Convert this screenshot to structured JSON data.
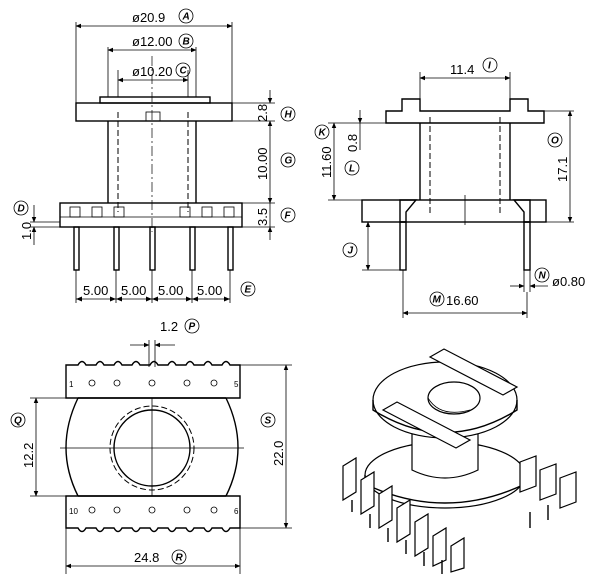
{
  "front_view": {
    "dim_outer_diameter": "ø20.9",
    "tag_outer_diameter": "A",
    "dim_core_outer": "ø12.00",
    "tag_core_outer": "B",
    "dim_core_inner": "ø10.20",
    "tag_core_inner": "C",
    "dim_top_flange": "2.8",
    "tag_top_flange": "H",
    "dim_winding_height": "10.00",
    "tag_winding_height": "G",
    "dim_base_height": "3.5",
    "tag_base_height": "F",
    "dim_pin_standoff": "1.0",
    "tag_pin_standoff": "D",
    "dim_pitch_1": "5.00",
    "dim_pitch_2": "5.00",
    "dim_pitch_3": "5.00",
    "dim_pitch_4": "5.00",
    "tag_pitch": "E"
  },
  "side_view": {
    "dim_top_width": "11.4",
    "tag_top_width": "I",
    "dim_body_height": "11.60",
    "tag_body_height": "K",
    "dim_wall": "0.8",
    "tag_wall": "L",
    "dim_total_height": "17.1",
    "tag_total_height": "O",
    "tag_pin_length": "J",
    "dim_pin_diameter": "ø0.80",
    "tag_pin_diameter": "N",
    "dim_pin_span": "16.60",
    "tag_pin_span": "M"
  },
  "bottom_view": {
    "dim_slot": "1.2",
    "tag_slot": "P",
    "dim_width": "12.2",
    "tag_width": "Q",
    "dim_height": "22.0",
    "tag_height": "S",
    "dim_length": "24.8",
    "tag_length": "R",
    "pin_1": "1",
    "pin_5": "5",
    "pin_10": "10",
    "pin_6": "6"
  }
}
